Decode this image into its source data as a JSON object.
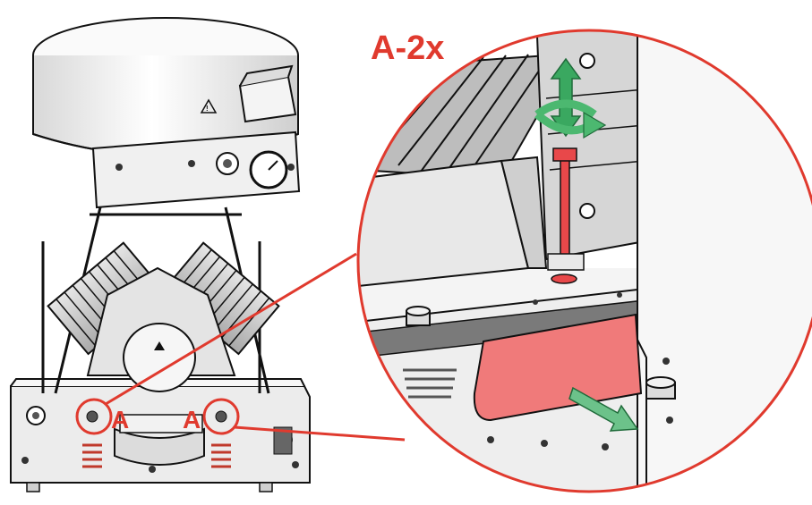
{
  "callout_label": "A-2x",
  "marker_left": "A",
  "marker_right": "A",
  "colors": {
    "callout_red": "#e03a2e",
    "lift_arrow_green": "#3aa860",
    "rotate_arrow_green": "#4cb870",
    "bolt_red": "#e8484a",
    "bracket_red": "#f07a7a",
    "pull_arrow_green": "#6cc28a",
    "outline": "#111111",
    "machine_light": "#f2f2f2",
    "machine_mid": "#cfcfcf"
  },
  "icons": {
    "lift": "up-down-arrow-icon",
    "rotate": "rotate-arrow-icon",
    "pull": "pull-out-arrow-icon"
  }
}
